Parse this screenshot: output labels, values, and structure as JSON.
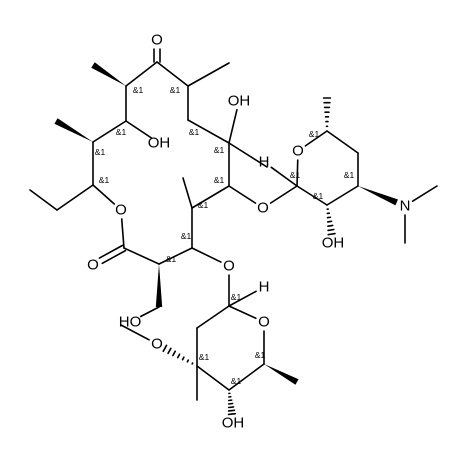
{
  "structure": {
    "atom_labels": {
      "O_ketone": "O",
      "O_ring_ester": "O",
      "O_carbonyl": "O",
      "OH_c11": "OH",
      "OH_c6": "OH",
      "O_glycoside_desosamine": "O",
      "O_glycoside_cladinose": "O",
      "O_desosamine_ring": "O",
      "H_desosamine": "H",
      "OH_desosamine": "OH",
      "N_dimethylamino": "N",
      "O_cladinose_ring": "O",
      "H_cladinose": "H",
      "O_methoxy": "O",
      "OH_cladinose": "OH",
      "HO_hydroxymethyl": "HO"
    },
    "stereo_label": "&1",
    "stereo_centers": [
      "c8",
      "c10",
      "c11",
      "c12",
      "c13",
      "c6",
      "c7",
      "c5",
      "c4",
      "c2",
      "d1",
      "d2",
      "d3",
      "d5",
      "k1",
      "k3",
      "k4",
      "k5"
    ]
  }
}
